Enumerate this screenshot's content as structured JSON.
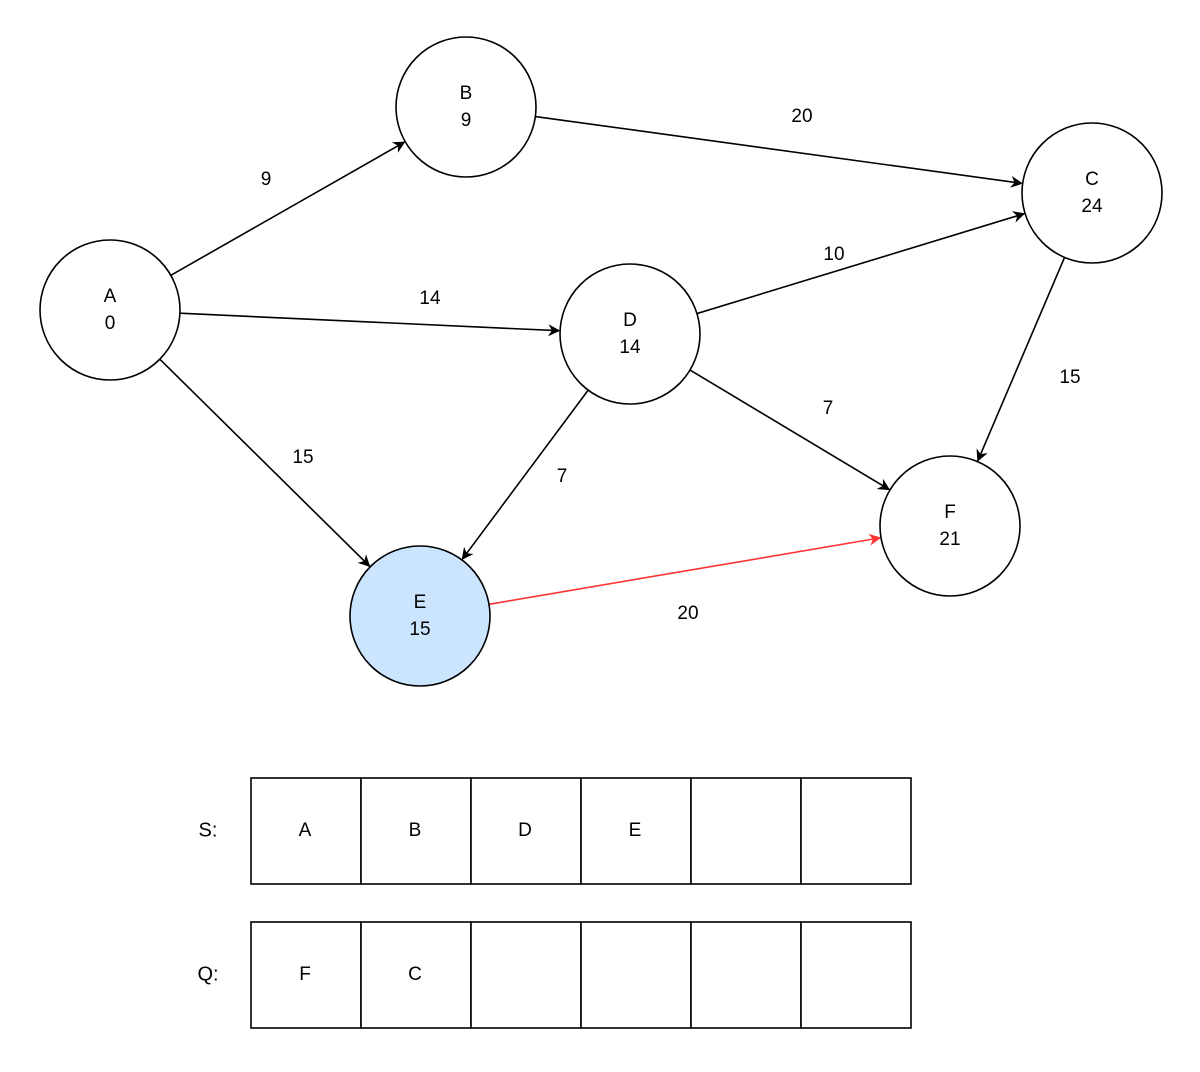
{
  "colors": {
    "node_stroke": "#000000",
    "node_fill": "#ffffff",
    "highlight_fill": "#cce5ff",
    "edge": "#000000",
    "highlight_edge": "#ff3333"
  },
  "nodes": [
    {
      "id": "A",
      "name": "A",
      "dist": "0"
    },
    {
      "id": "B",
      "name": "B",
      "dist": "9"
    },
    {
      "id": "C",
      "name": "C",
      "dist": "24"
    },
    {
      "id": "D",
      "name": "D",
      "dist": "14"
    },
    {
      "id": "E",
      "name": "E",
      "dist": "15",
      "highlighted": true
    },
    {
      "id": "F",
      "name": "F",
      "dist": "21"
    }
  ],
  "edges": [
    {
      "from": "A",
      "to": "B",
      "weight": "9"
    },
    {
      "from": "A",
      "to": "D",
      "weight": "14"
    },
    {
      "from": "A",
      "to": "E",
      "weight": "15"
    },
    {
      "from": "B",
      "to": "C",
      "weight": "20"
    },
    {
      "from": "D",
      "to": "C",
      "weight": "10"
    },
    {
      "from": "D",
      "to": "E",
      "weight": "7"
    },
    {
      "from": "D",
      "to": "F",
      "weight": "7"
    },
    {
      "from": "C",
      "to": "F",
      "weight": "15"
    },
    {
      "from": "E",
      "to": "F",
      "weight": "20",
      "highlighted": true
    }
  ],
  "arrays": [
    {
      "label": "S:",
      "cells": [
        "A",
        "B",
        "D",
        "E",
        "",
        ""
      ]
    },
    {
      "label": "Q:",
      "cells": [
        "F",
        "C",
        "",
        "",
        "",
        ""
      ]
    }
  ]
}
